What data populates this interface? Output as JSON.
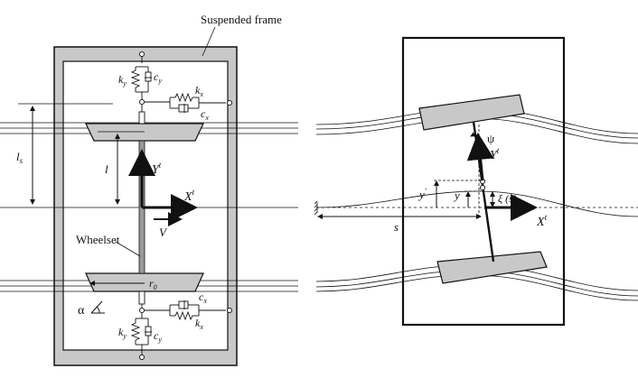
{
  "left_panel": {
    "frame_label": "Suspended frame",
    "wheelset_label": "Wheelset",
    "spring_upper_ky": "k",
    "spring_upper_ky_sub": "y",
    "damper_upper_cy": "c",
    "damper_upper_cy_sub": "y",
    "spring_upper_kx": "k",
    "spring_upper_kx_sub": "x",
    "damper_upper_cx": "c",
    "damper_upper_cx_sub": "x",
    "spring_lower_ky": "k",
    "spring_lower_ky_sub": "y",
    "damper_lower_cy": "c",
    "damper_lower_cy_sub": "y",
    "spring_lower_kx": "k",
    "spring_lower_kx_sub": "x",
    "damper_lower_cx": "c",
    "damper_lower_cx_sub": "x",
    "dim_ls": "l",
    "dim_ls_sub": "s",
    "dim_l": "l",
    "axis_Y": "Y",
    "axis_Y_sup": "t",
    "axis_X": "X",
    "axis_X_sup": "t",
    "velocity": "V",
    "radius": "r",
    "radius_sub": "0",
    "angle": "α"
  },
  "right_panel": {
    "psi": "ψ",
    "axis_Y": "Y",
    "axis_Y_sup": "t",
    "y_prime": "y",
    "y_prime_sup": "'",
    "y": "y",
    "xi": "ξ (s)",
    "s": "s",
    "axis_X": "X",
    "axis_X_sup": "t"
  }
}
